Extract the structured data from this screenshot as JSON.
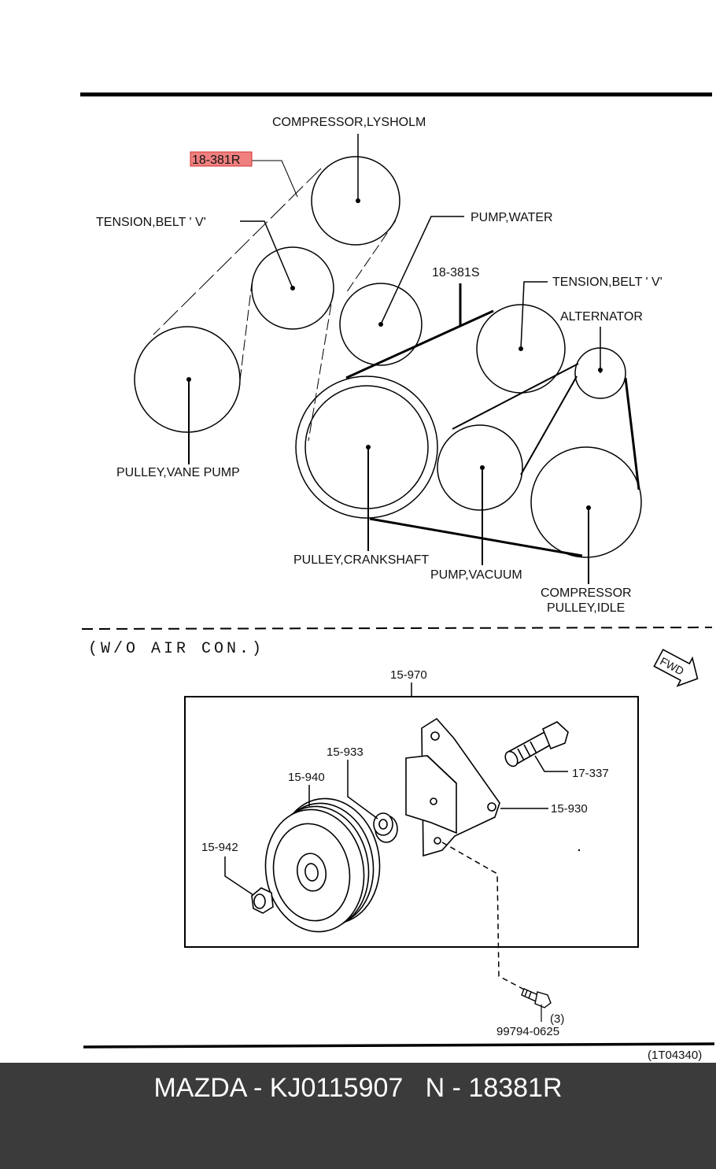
{
  "labels": {
    "compressor_lysholm": "COMPRESSOR,LYSHOLM",
    "belt_18381R": "18-381R",
    "tension_belt_v_left": "TENSION,BELT ' V'",
    "pump_water": "PUMP,WATER",
    "belt_18381S": "18-381S",
    "tension_belt_v_right": "TENSION,BELT ' V'",
    "alternator": "ALTERNATOR",
    "pulley_vane_pump": "PULLEY,VANE PUMP",
    "pulley_crankshaft": "PULLEY,CRANKSHAFT",
    "pump_vacuum": "PUMP,VACUUM",
    "compressor_pulley_line1": "COMPRESSOR",
    "compressor_pulley_line2": "PULLEY,IDLE",
    "wo_air_con": "(W/O AIR CON.)",
    "fwd": "FWD",
    "p15970": "15-970",
    "p15933": "15-933",
    "p15940": "15-940",
    "p17337": "17-337",
    "p15930": "15-930",
    "p15942": "15-942",
    "qty3": "(3)",
    "p99794": "99794-0625",
    "drawing_code": "(1T04340)"
  },
  "highlight_color": "#f08080",
  "footer": {
    "text": "MAZDA - KJ0115907   N - 18381R"
  }
}
